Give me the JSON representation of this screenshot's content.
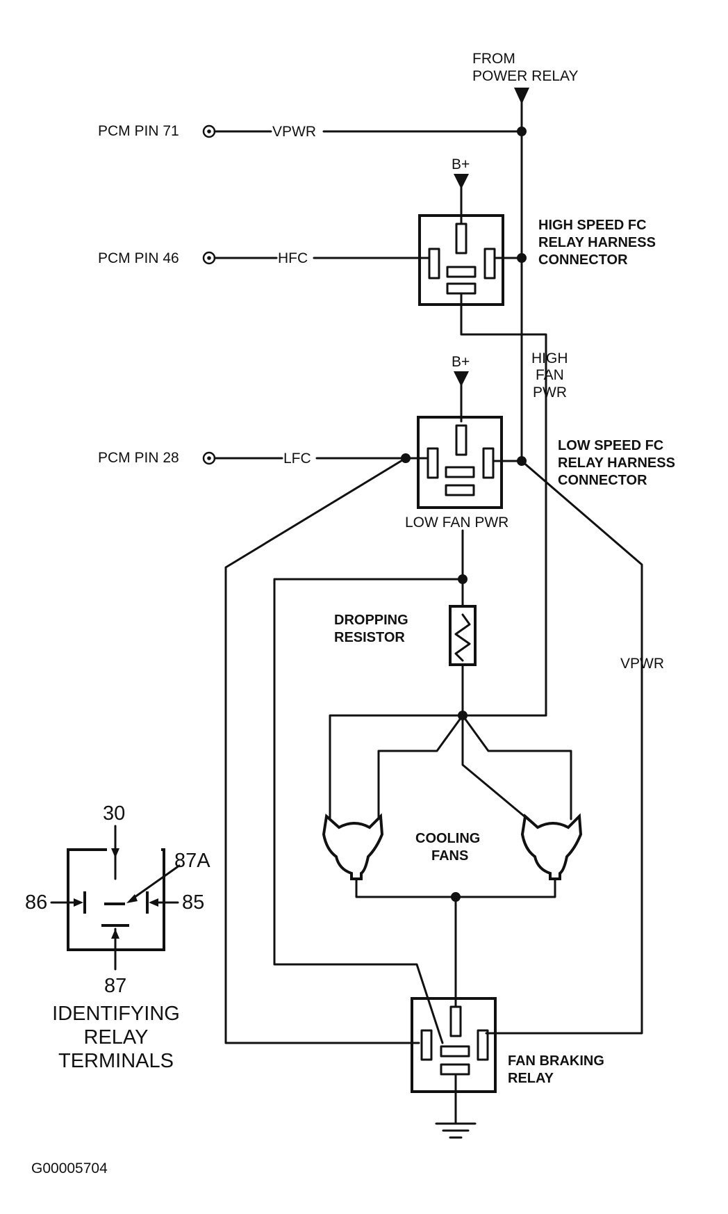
{
  "labels": {
    "from_power_relay_1": "FROM",
    "from_power_relay_2": "POWER RELAY",
    "pcm_pin_71": "PCM PIN 71",
    "pcm_pin_46": "PCM PIN 46",
    "pcm_pin_28": "PCM PIN 28",
    "vpwr_top": "VPWR",
    "hfc": "HFC",
    "lfc": "LFC",
    "b_plus_1": "B+",
    "b_plus_2": "B+",
    "high_relay_1": "HIGH SPEED FC",
    "high_relay_2": "RELAY HARNESS",
    "high_relay_3": "CONNECTOR",
    "high_fan_pwr_1": "HIGH",
    "high_fan_pwr_2": "FAN",
    "high_fan_pwr_3": "PWR",
    "low_relay_1": "LOW SPEED FC",
    "low_relay_2": "RELAY HARNESS",
    "low_relay_3": "CONNECTOR",
    "low_fan_pwr": "LOW FAN PWR",
    "dropping_resistor_1": "DROPPING",
    "dropping_resistor_2": "RESISTOR",
    "vpwr_right": "VPWR",
    "cooling_fans_1": "COOLING",
    "cooling_fans_2": "FANS",
    "fan_braking_1": "FAN BRAKING",
    "fan_braking_2": "RELAY",
    "figure_id": "G00005704"
  },
  "relay_key": {
    "t30": "30",
    "t87a": "87A",
    "t86": "86",
    "t85": "85",
    "t87": "87",
    "caption_1": "IDENTIFYING",
    "caption_2": "RELAY",
    "caption_3": "TERMINALS"
  }
}
